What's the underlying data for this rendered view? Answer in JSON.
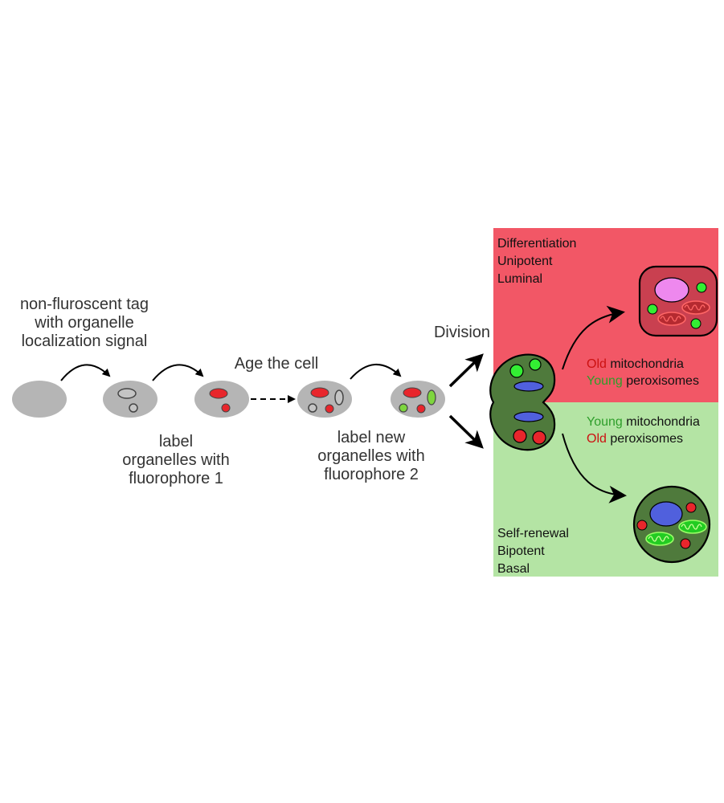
{
  "labels": {
    "tag_line1": "non-fluroscent tag",
    "tag_line2": "with organelle",
    "tag_line3": "localization signal",
    "label1_line1": "label",
    "label1_line2": "organelles with",
    "label1_line3": "fluorophore 1",
    "age": "Age the cell",
    "label2_line1": "label new",
    "label2_line2": "organelles with",
    "label2_line3": "fluorophore 2",
    "division": "Division"
  },
  "top_panel": {
    "line1": "Differentiation",
    "line2": "Unipotent",
    "line3": "Luminal",
    "status1_colored": "Old",
    "status1_rest": " mitochondria",
    "status2_colored": "Young",
    "status2_rest": " peroxisomes"
  },
  "bottom_panel": {
    "line1": "Self-renewal",
    "line2": "Bipotent",
    "line3": "Basal",
    "status1_colored": "Young",
    "status1_rest": " mitochondria",
    "status2_colored": "Old",
    "status2_rest": " peroxisomes"
  },
  "colors": {
    "top_panel_bg": "#f25766",
    "bottom_panel_bg": "#b4e4a4",
    "cell_gray": "#b5b5b5",
    "old_red": "#e8262c",
    "young_green": "#2e9e2a",
    "bright_green": "#33ee33",
    "nucleus_blue": "#5060dd",
    "nucleus_pink": "#ee88ee",
    "dividing_cell": "#4f7a3c"
  }
}
